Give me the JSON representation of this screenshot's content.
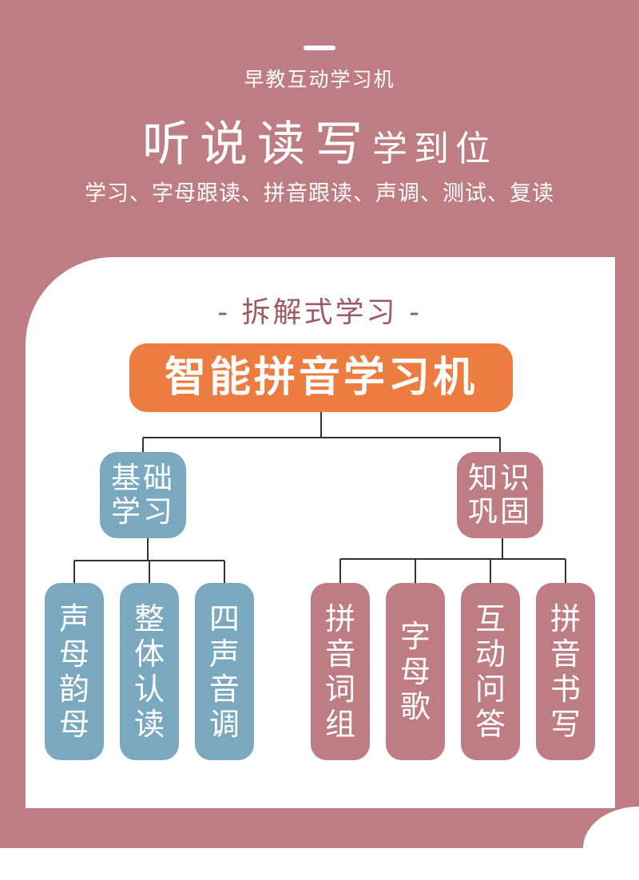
{
  "header": {
    "subtitle": "早教互动学习机",
    "headline_big": "听说读写",
    "headline_small": "学到位",
    "features": "学习、字母跟读、拼音跟读、声调、测试、复读"
  },
  "section": {
    "title": "- 拆解式学习 -"
  },
  "diagram": {
    "root": "智能拼音学习机",
    "left": {
      "line1": "基础",
      "line2": "学习",
      "leaves": [
        [
          "声",
          "母",
          "韵",
          "母"
        ],
        [
          "整",
          "体",
          "认",
          "读"
        ],
        [
          "四",
          "声",
          "音",
          "调"
        ]
      ]
    },
    "right": {
      "line1": "知识",
      "line2": "巩固",
      "leaves": [
        [
          "拼",
          "音",
          "词",
          "组"
        ],
        [
          "字",
          "母",
          "歌"
        ],
        [
          "互",
          "动",
          "问",
          "答"
        ],
        [
          "拼",
          "音",
          "书",
          "写"
        ]
      ]
    }
  },
  "colors": {
    "background": "#bd7d83",
    "root": "#ec7c3f",
    "blue": "#7aa9bf",
    "rose": "#bd7d83",
    "section_title": "#9e5a63"
  }
}
